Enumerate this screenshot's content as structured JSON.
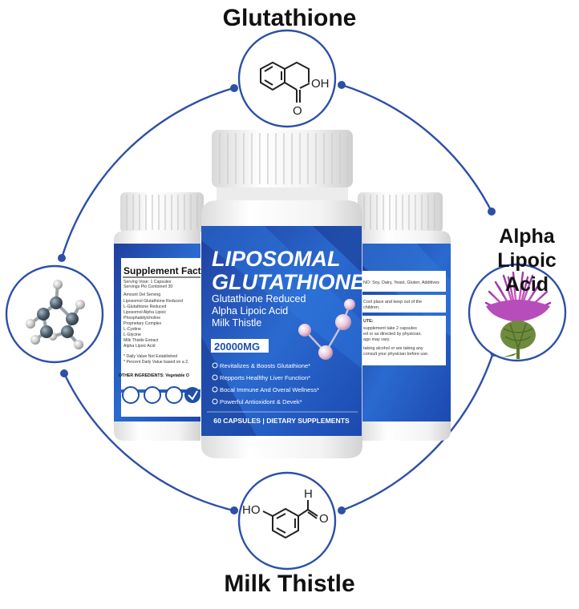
{
  "labels": {
    "top": "Glutathione",
    "right": "Alpha Lipoic Acid",
    "bottom": "Milk Thistle"
  },
  "molecules": {
    "top_oh": "OH",
    "top_o": "O",
    "bottom_ho": "HO",
    "bottom_h": "H",
    "bottom_o": "O"
  },
  "bottle": {
    "title_line1": "LIPOSOMAL",
    "title_line2": "GLUTATHIONE",
    "ingredient1": "Glutathione Reduced",
    "ingredient2": "Alpha Lipoic Acid",
    "ingredient3": "Milk Thistle",
    "dose": "20000MG",
    "benefits": [
      "Revitalizes & Boosts Glutathione*",
      "Repports Heallthy Liver Function*",
      "Bocal Immune And Overal Wellness*",
      "Powerful Antioxidont & Devek*"
    ],
    "footer": "60 CAPSULES | DIETARY SUPPLEMENTS"
  },
  "left_bottle": {
    "title": "Supplement Fact",
    "rows": [
      "Serving Vose: 1 Capsules",
      "Servings Pio Contoinerl 30",
      "Amount Del Serving",
      "Liposomol Glutathione Reduced",
      "L-Glutathione Reduced",
      "Liposomol Alpha Lipoic",
      "Phosphatidylcholine",
      "Proprietary Complex",
      "L-Cystine",
      "L-Glycine",
      "Milk Thistle Extract",
      "Alpha Lipoic Acid"
    ],
    "foot1": "* Daily Value Not Established",
    "foot2": "* Percent Daily Value based on a 2,",
    "other": "OTHER INGREDIENTS: Vegetable O"
  },
  "right_bottle": {
    "line1": "NO: Soy, Dairy, Yeast, Gluten, Additives",
    "line2": "Cool place and keep out of the",
    "line3": "children.",
    "line4": "UTE:",
    "line5": "supplement take 2 capsules",
    "line6": "ed or as directed by physician.",
    "line7": "ago may vary.",
    "line8": "taking alcohol or are taking any",
    "line9": "consult your physician before use."
  },
  "colors": {
    "ring": "#2d4fa8",
    "label_blue": "#1e5bb8",
    "cap": "#f4f4f4",
    "white": "#ffffff"
  }
}
